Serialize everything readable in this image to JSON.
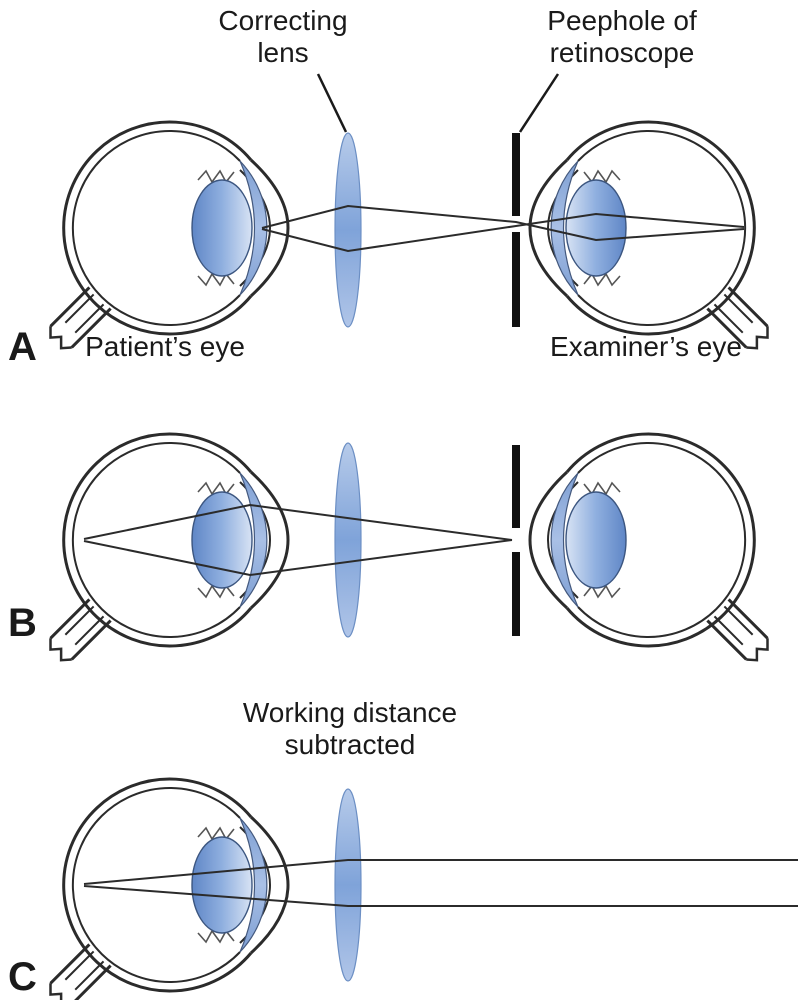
{
  "figure": {
    "labels": {
      "correcting_lens": {
        "line1": "Correcting",
        "line2": "lens"
      },
      "peephole": {
        "line1": "Peephole of",
        "line2": "retinoscope"
      },
      "working_distance": {
        "line1": "Working distance",
        "line2": "subtracted"
      }
    },
    "panels": {
      "a": {
        "letter": "A",
        "left_eye_label": "Patient’s eye",
        "right_eye_label": "Examiner’s eye"
      },
      "b": {
        "letter": "B"
      },
      "c": {
        "letter": "C"
      }
    },
    "colors": {
      "outline": "#2b2b2b",
      "peephole_black": "#111111",
      "lens_blue_dark": "#5f86c6",
      "lens_blue_mid": "#7fa3d9",
      "lens_blue_light": "#c9d9ef",
      "background": "#ffffff"
    }
  }
}
